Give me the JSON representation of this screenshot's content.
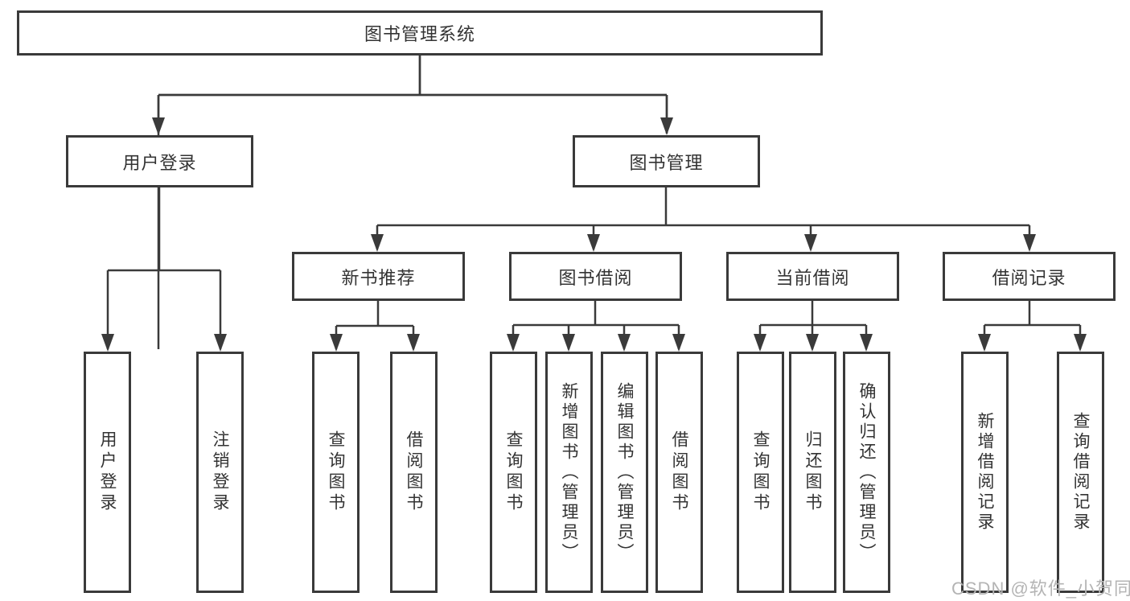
{
  "colors": {
    "line": "#3a3a3a",
    "box_border": "#3a3a3a",
    "text": "#333333",
    "watermark": "#b4b4b4",
    "background": "#ffffff"
  },
  "watermark": {
    "text": "CSDN @软件_小贺同学"
  },
  "tree": {
    "label": "图书管理系统",
    "children": [
      {
        "label": "用户登录",
        "children": [
          {
            "label": "用户登录"
          },
          {
            "label": "注销登录"
          }
        ]
      },
      {
        "label": "图书管理",
        "children": [
          {
            "label": "新书推荐",
            "children": [
              {
                "label": "查询图书"
              },
              {
                "label": "借阅图书"
              }
            ]
          },
          {
            "label": "图书借阅",
            "children": [
              {
                "label": "查询图书"
              },
              {
                "label": "新增图书（管理员）"
              },
              {
                "label": "编辑图书（管理员）"
              },
              {
                "label": "借阅图书"
              }
            ]
          },
          {
            "label": "当前借阅",
            "children": [
              {
                "label": "查询图书"
              },
              {
                "label": "归还图书"
              },
              {
                "label": "确认归还（管理员）"
              }
            ]
          },
          {
            "label": "借阅记录",
            "children": [
              {
                "label": "新增借阅记录"
              },
              {
                "label": "查询借阅记录"
              }
            ]
          }
        ]
      }
    ]
  }
}
